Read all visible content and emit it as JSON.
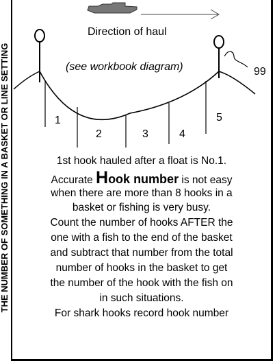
{
  "side_text": "THE NUMBER OF SOMETHING IN A BASKET OR LINE SETTING",
  "diagram": {
    "direction_label": "Direction of haul",
    "workbook_note": "(see workbook diagram)",
    "branch_number": "99",
    "hook_numbers": [
      "1",
      "2",
      "3",
      "4",
      "5"
    ]
  },
  "text": {
    "line1": "1st hook hauled  after a float is No.1.",
    "line2_a": "Accurate ",
    "line2_big": "H",
    "line2_bold": "ook number",
    "line2_c": " is not easy",
    "line3": "when there are more than 8 hooks in a",
    "line4": "basket or fishing is very busy.",
    "line5": "Count the number of hooks AFTER the",
    "line6": "one with a fish to the end of the basket",
    "line7": "and subtract that number from the total",
    "line8": "number of hooks in the basket  to get",
    "line9": "the number of the  hook with the fish on",
    "line10": "in such situations.",
    "line11": "For shark hooks record hook number"
  }
}
